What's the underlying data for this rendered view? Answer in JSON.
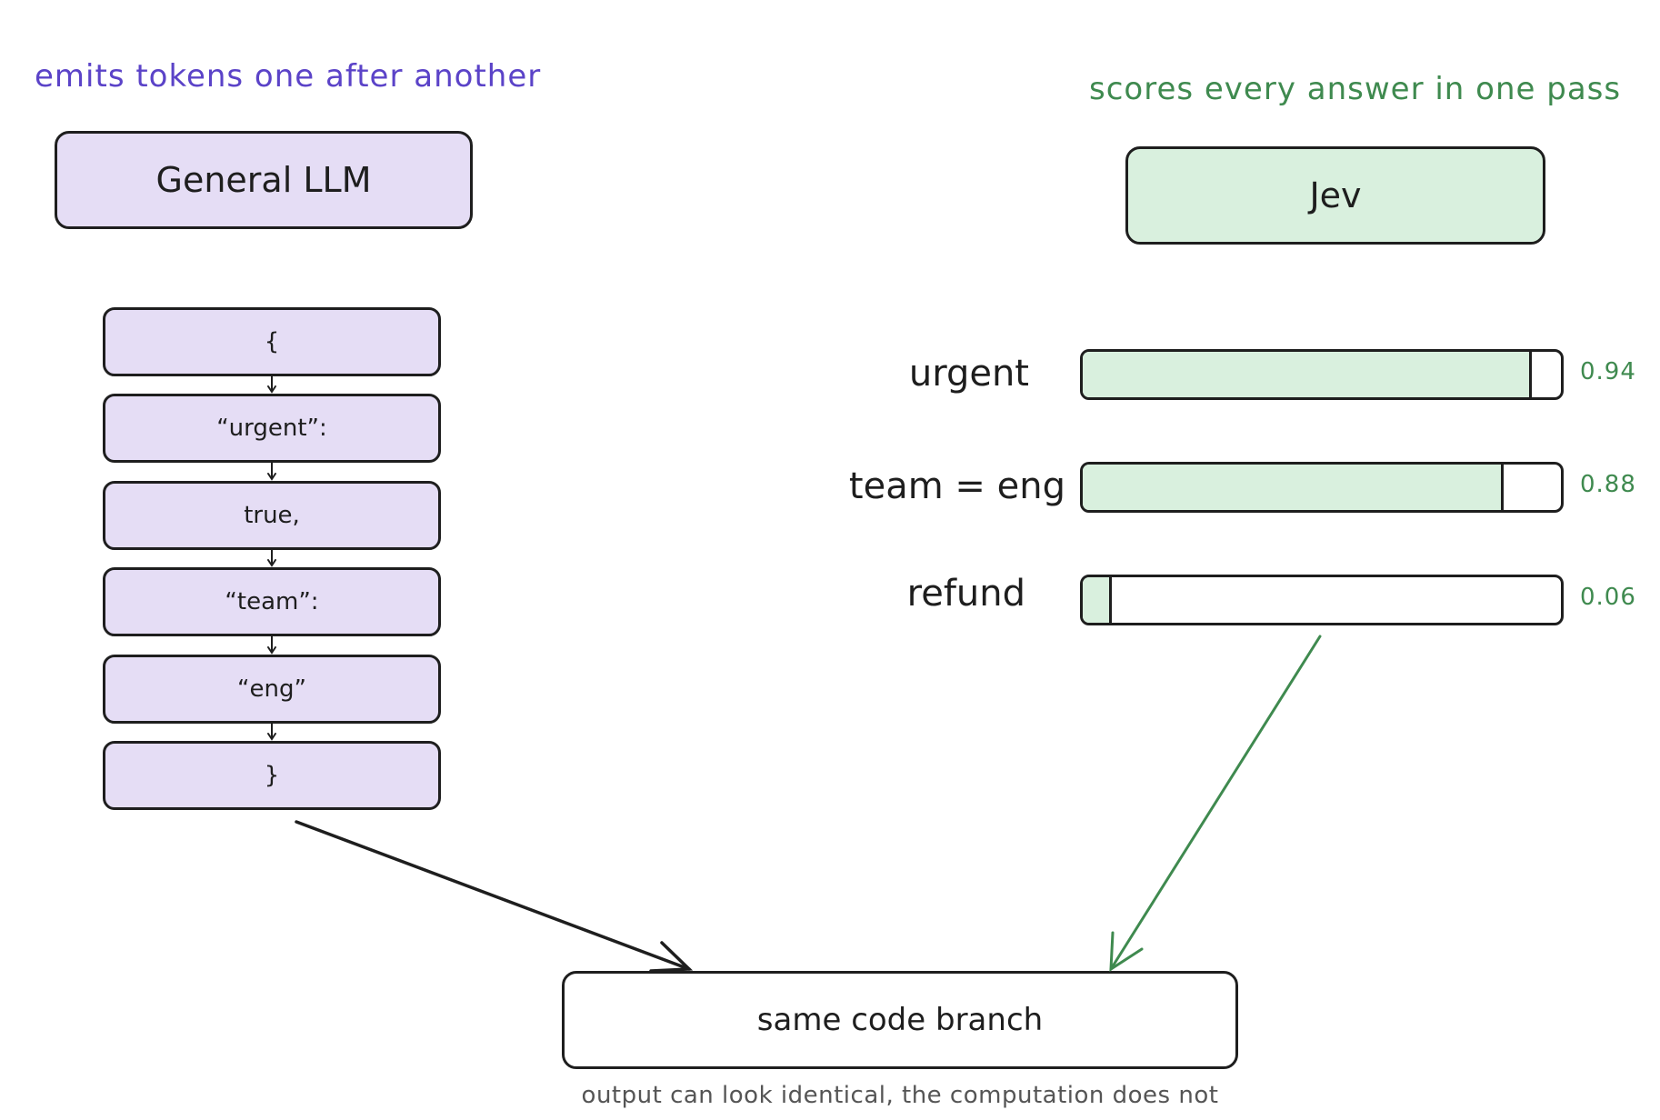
{
  "captions": {
    "left": "emits tokens one after another",
    "right": "scores every answer in one pass"
  },
  "models": {
    "general": "General LLM",
    "jev": "Jev"
  },
  "tokens": [
    "{",
    "“urgent”:",
    "true,",
    "“team”:",
    "“eng”",
    "}"
  ],
  "scores": [
    {
      "label": "urgent",
      "value": 0.94,
      "display": "0.94"
    },
    {
      "label": "team = eng",
      "value": 0.88,
      "display": "0.88"
    },
    {
      "label": "refund",
      "value": 0.06,
      "display": "0.06"
    }
  ],
  "output": {
    "label": "same code branch",
    "note": "output can look identical, the computation does not"
  },
  "colors": {
    "llm_accent": "#5b43c8",
    "llm_fill": "#e5ddf5",
    "jev_accent": "#3f8a4f",
    "jev_fill": "#d9f0de",
    "stroke": "#1e1e1e"
  }
}
